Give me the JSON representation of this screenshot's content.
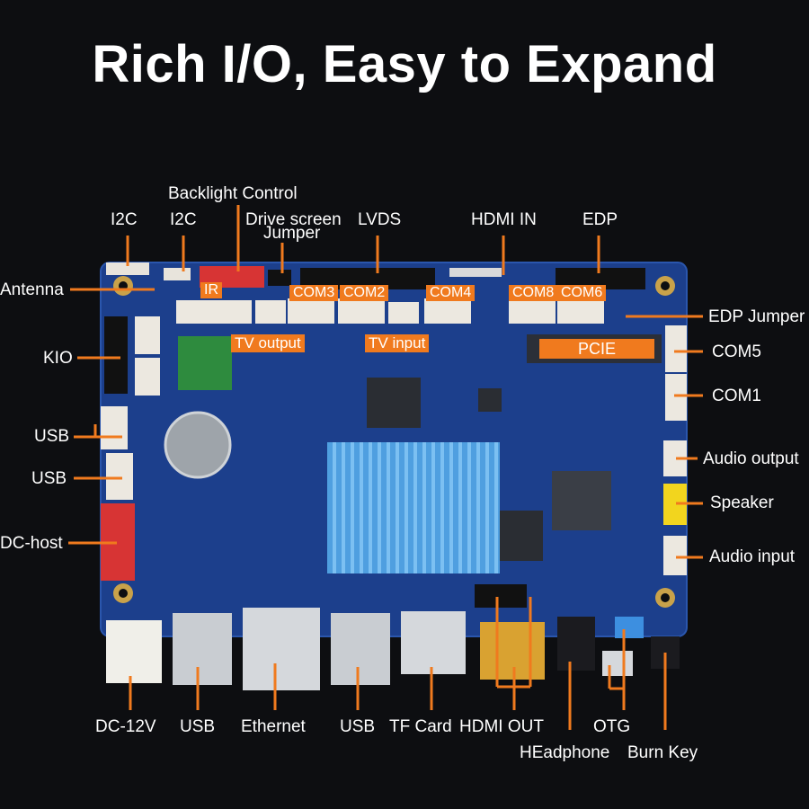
{
  "title": "Rich I/O, Easy to Expand",
  "labels": {
    "backlight_control": "Backlight Control",
    "i2c_1": "I2C",
    "i2c_2": "I2C",
    "drive_screen": "Drive screen",
    "jumper": "Jumper",
    "lvds": "LVDS",
    "hdmi_in": "HDMI IN",
    "edp": "EDP",
    "antenna": "Antenna",
    "edp_jumper": "EDP Jumper",
    "kio": "KIO",
    "com5": "COM5",
    "com1": "COM1",
    "usb_left_1": "USB",
    "usb_left_2": "USB",
    "audio_output": "Audio output",
    "speaker": "Speaker",
    "dc_host": "DC-host",
    "audio_input": "Audio input",
    "dc_12v": "DC-12V",
    "usb_bottom_1": "USB",
    "ethernet": "Ethernet",
    "usb_bottom_2": "USB",
    "tf_card": "TF Card",
    "hdmi_out": "HDMI OUT",
    "otg": "OTG",
    "headphone": "HEadphone",
    "burn_key": "Burn Key"
  },
  "board_tags": {
    "ir": "IR",
    "com3": "COM3",
    "com2": "COM2",
    "com4": "COM4",
    "com8": "COM8",
    "com6": "COM6",
    "tv_output": "TV output",
    "tv_input": "TV input",
    "pcie": "PCIE"
  },
  "colors": {
    "background": "#0d0e11",
    "board": "#1c3f8c",
    "accent": "#f07a1e",
    "heatsink": "#5aa9e6",
    "text": "#ffffff"
  }
}
